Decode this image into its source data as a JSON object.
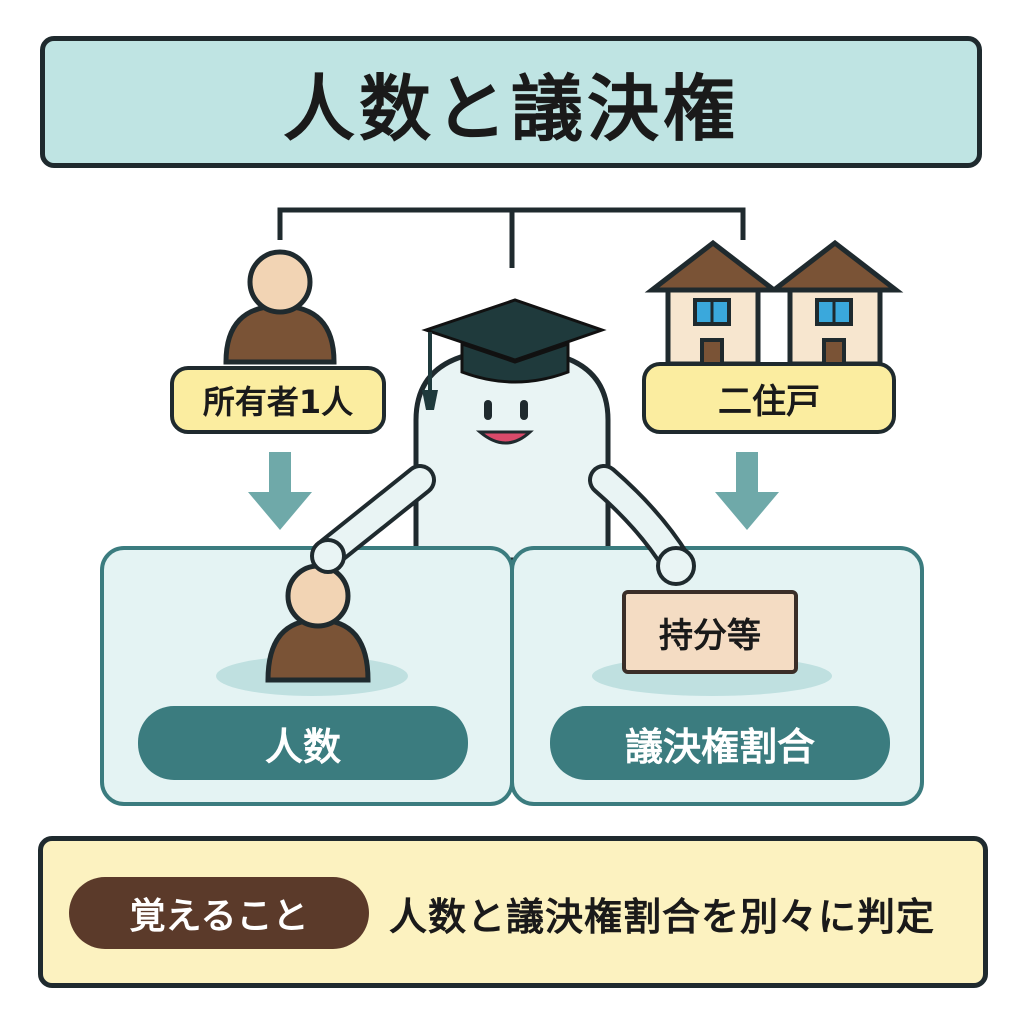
{
  "title": "人数と議決権",
  "left_source": {
    "label": "所有者1人",
    "icon": "person-icon"
  },
  "right_source": {
    "label": "二住戸",
    "icon": "houses-icon"
  },
  "left_panel": {
    "label": "人数",
    "icon": "person-icon"
  },
  "right_panel": {
    "label": "議決権割合",
    "sign": "持分等"
  },
  "memo": {
    "badge": "覚えること",
    "text": "人数と議決権割合を別々に判定"
  },
  "colors": {
    "title_bg": "#bfe4e3",
    "panel_bg": "#e4f3f3",
    "panel_border": "#3b7c7f",
    "label_bg": "#3b7c7f",
    "pill_bg": "#fbeda0",
    "memo_bg": "#fcf2c0",
    "badge_bg": "#5b3a2a",
    "person": "#7a5336",
    "roof": "#7a5336"
  }
}
